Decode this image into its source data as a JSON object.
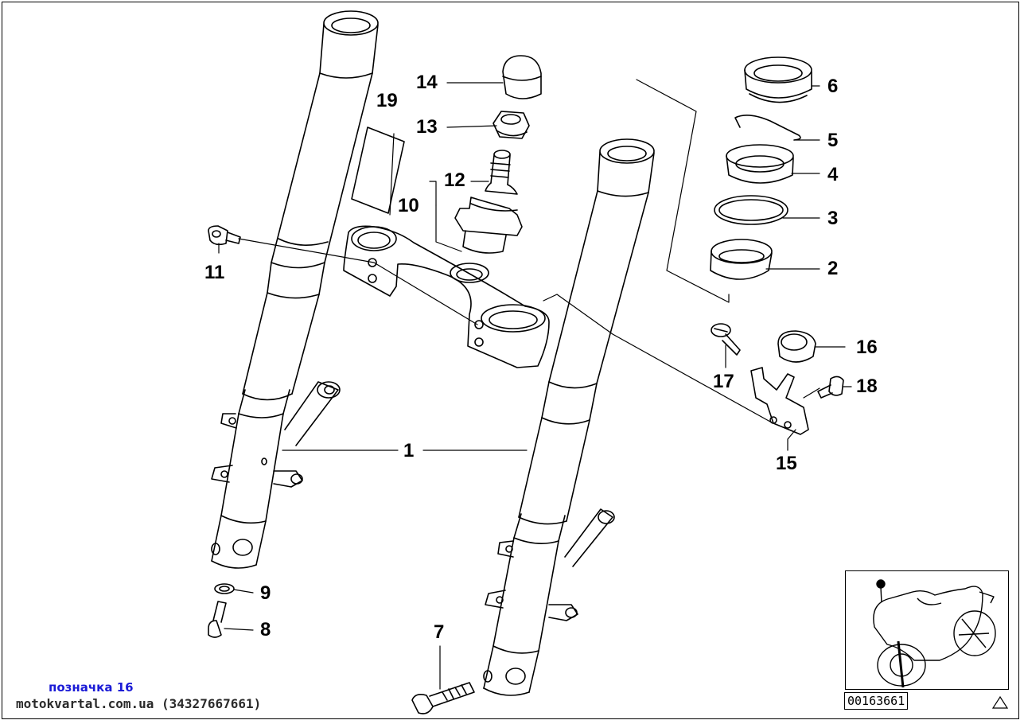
{
  "diagram": {
    "callouts": [
      {
        "id": "1",
        "text": "1"
      },
      {
        "id": "2",
        "text": "2"
      },
      {
        "id": "3",
        "text": "3"
      },
      {
        "id": "4",
        "text": "4"
      },
      {
        "id": "5",
        "text": "5"
      },
      {
        "id": "6",
        "text": "6"
      },
      {
        "id": "7",
        "text": "7"
      },
      {
        "id": "8",
        "text": "8"
      },
      {
        "id": "9",
        "text": "9"
      },
      {
        "id": "10",
        "text": "10"
      },
      {
        "id": "11",
        "text": "11"
      },
      {
        "id": "12",
        "text": "12"
      },
      {
        "id": "13",
        "text": "13"
      },
      {
        "id": "14",
        "text": "14"
      },
      {
        "id": "15",
        "text": "15"
      },
      {
        "id": "16",
        "text": "16"
      },
      {
        "id": "17",
        "text": "17"
      },
      {
        "id": "18",
        "text": "18"
      },
      {
        "id": "19",
        "text": "19"
      }
    ],
    "reference_number": "00163661",
    "overlay_label": "позначка 16",
    "watermark": "motokvartal.com.ua (34327667661)"
  },
  "colors": {
    "line": "#000000",
    "overlay_label": "#1a1ad6",
    "watermark": "#2a2a2a"
  },
  "icons": {
    "thumbnail": "motorcycle-thumbnail-icon",
    "warning": "warning-triangle-icon"
  }
}
